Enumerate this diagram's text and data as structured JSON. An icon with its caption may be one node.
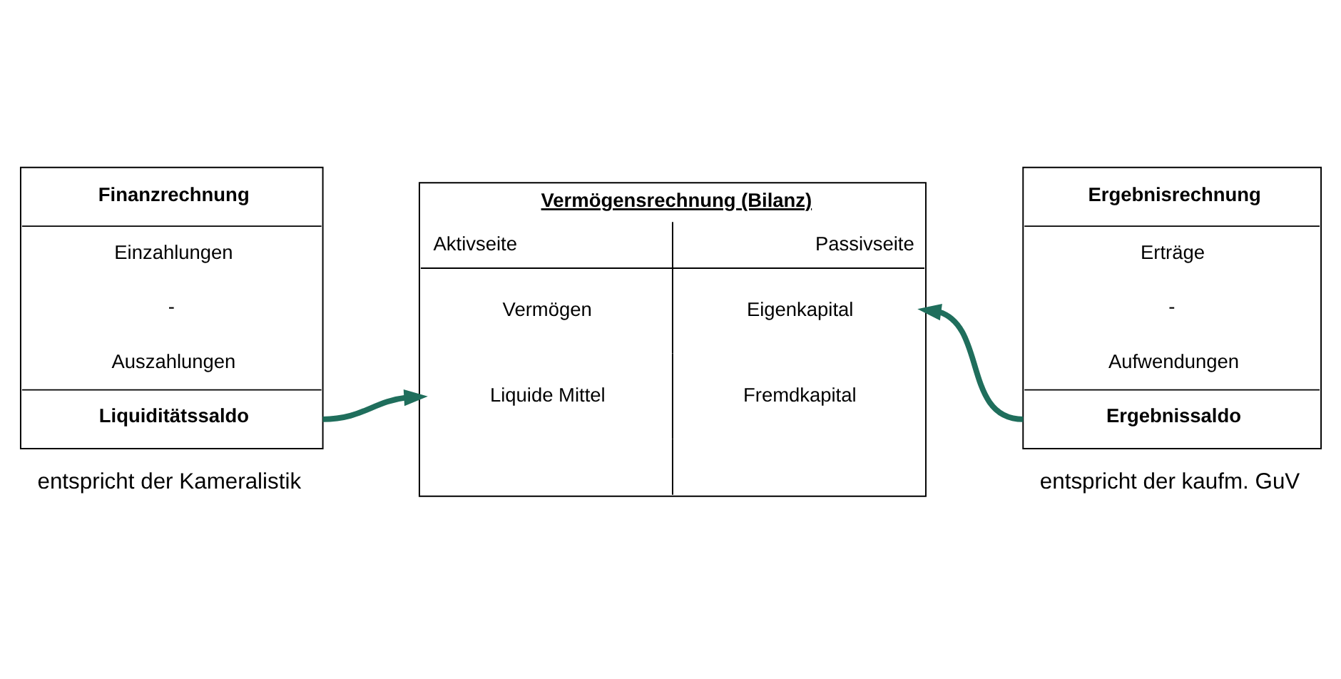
{
  "diagram": {
    "nodes": [
      {
        "text": [
          "Finanzrechnung",
          "Einzahlungen",
          "-",
          "Auszahlungen",
          "Liquiditätssaldo"
        ],
        "beside": [
          "entspricht der Kameralistik"
        ]
      },
      {
        "text": [
          "Vermögensrechnung (Bilanz)",
          "Aktivseite",
          "Passivseite",
          "Vermögen",
          "Eigenkapital",
          "Liquide Mittel",
          "Fremdkapital"
        ]
      },
      {
        "text": [
          "Ergebnisrechnung",
          "Erträge",
          "-",
          "Aufwendungen",
          "Ergebnissaldo"
        ],
        "beside": [
          "entspricht der kaufm. GuV"
        ]
      }
    ],
    "edges": [
      {
        "from": 0,
        "to": 1,
        "arrow": "to"
      },
      {
        "from": 2,
        "to": 1,
        "arrow": "to"
      }
    ]
  }
}
